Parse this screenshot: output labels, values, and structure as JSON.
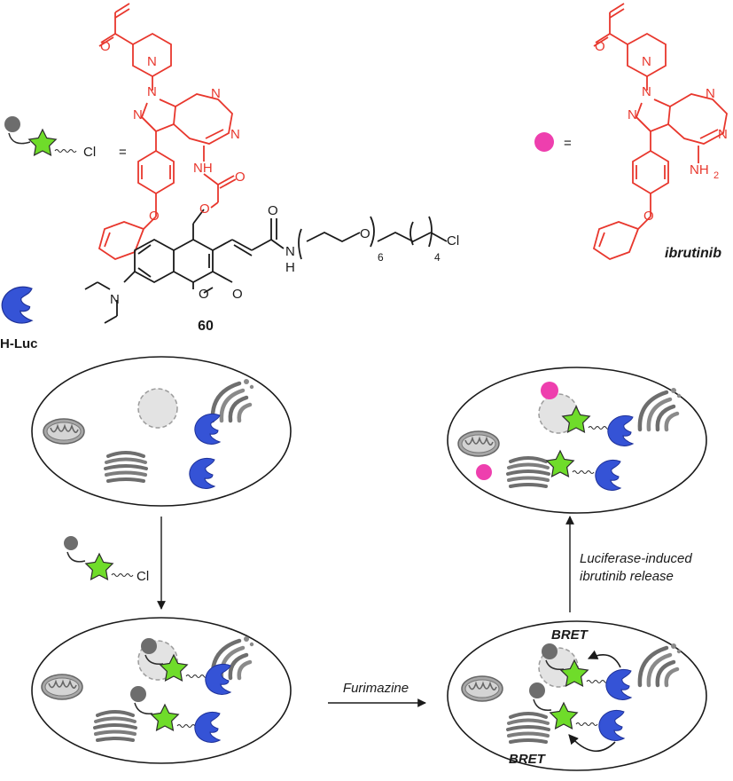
{
  "compound": {
    "label": "60",
    "equals": "=",
    "cl": "Cl",
    "n": "N",
    "o": "O",
    "nh": "NH",
    "h": "H",
    "sub6": "6",
    "sub4": "4"
  },
  "ibrutinib": {
    "label": "ibrutinib",
    "equals": "=",
    "nh2": "NH",
    "sub2": "2"
  },
  "legend": {
    "luciferase_label": "H-Luc"
  },
  "arrows": {
    "step1_cl": "Cl",
    "furimazine": "Furimazine",
    "release_line1": "Luciferase-induced",
    "release_line2": "ibrutinib release"
  },
  "bret": {
    "top": "BRET",
    "bottom": "BRET"
  },
  "colors": {
    "drug_red": "#e8372d",
    "star_green": "#6fdc2a",
    "luc_blue": "#3553d6",
    "ibrutinib_pink": "#ee3fae",
    "organelle_gray": "#8a8a8a",
    "probe_gray": "#6d6d6d"
  }
}
